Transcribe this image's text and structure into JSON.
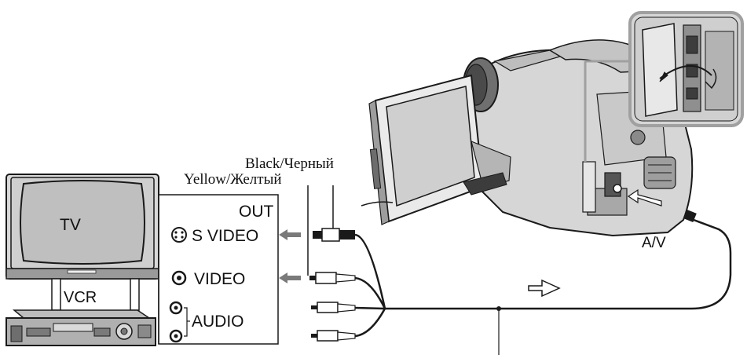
{
  "labels": {
    "black": "Black/Черный",
    "yellow": "Yellow/Желтый",
    "tv": "TV",
    "vcr": "VCR",
    "out": "OUT",
    "s_video": "S VIDEO",
    "video": "VIDEO",
    "audio": "AUDIO",
    "av": "A/V"
  },
  "colors": {
    "stroke": "#1a1a1a",
    "device_fill": "#d9d9d9",
    "device_dark": "#8c8c8c",
    "screen": "#bfbfbf",
    "arrow": "#7a7a7a",
    "inset_border": "#a0a0a0"
  },
  "icons": {
    "signal_direction": "hollow-arrow-icon",
    "connection": "arrow-left-icon"
  }
}
